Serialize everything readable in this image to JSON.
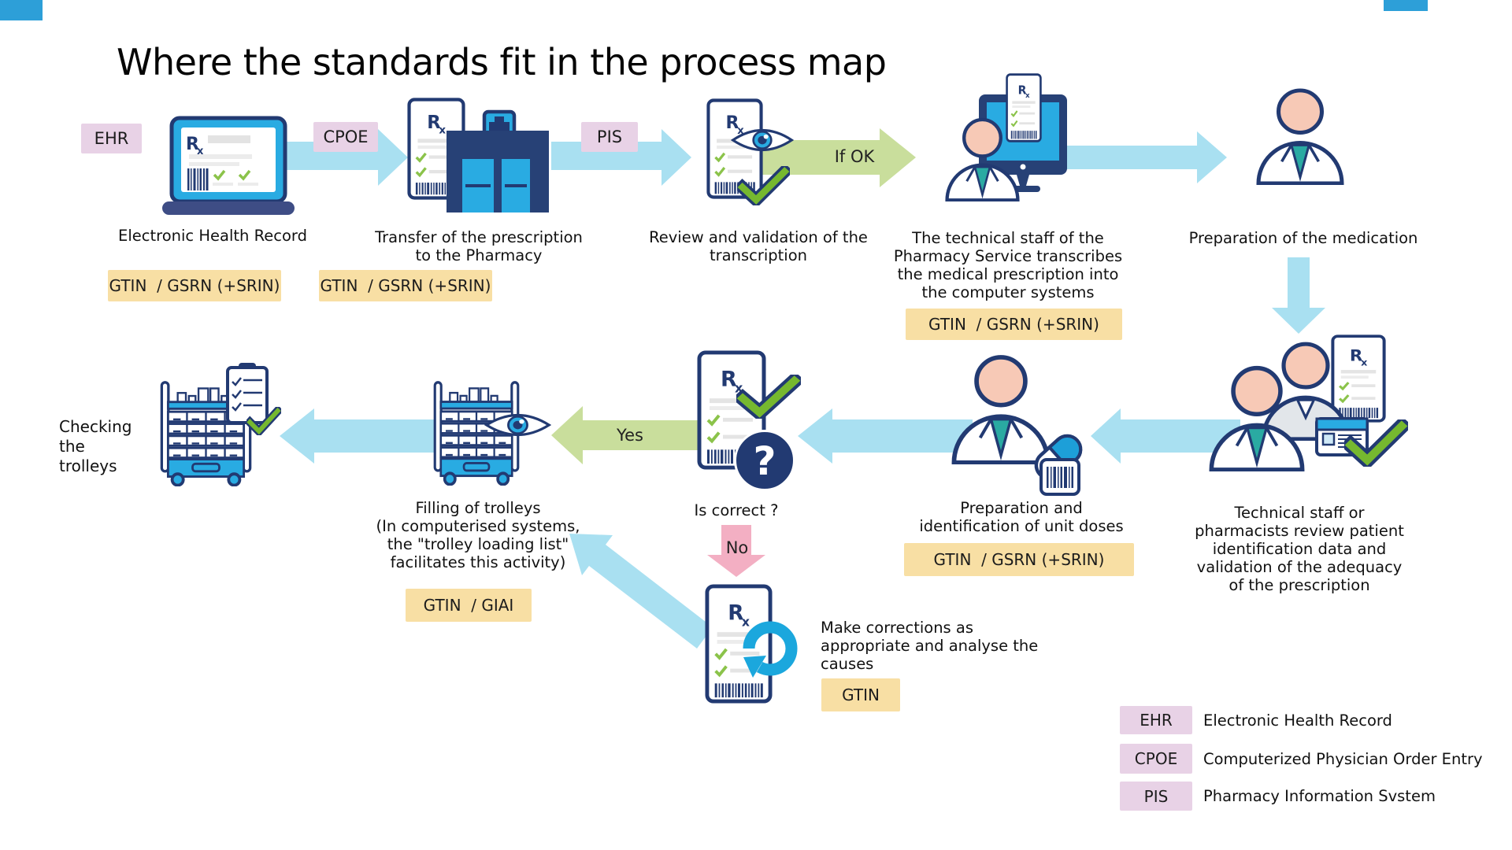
{
  "title": "Where the standards fit in the process map",
  "badges": {
    "ehr": "EHR",
    "cpoe": "CPOE",
    "pis": "PIS"
  },
  "flow": {
    "if_ok": "If OK",
    "yes": "Yes",
    "no": "No"
  },
  "steps": {
    "ehr": {
      "label": "Electronic Health Record",
      "standard": "GTIN  / GSRN (+SRIN)"
    },
    "transfer": {
      "label": "Transfer of the prescription\nto the Pharmacy",
      "standard": "GTIN  / GSRN (+SRIN)"
    },
    "review": {
      "label": "Review and validation of the\ntranscription"
    },
    "transcription": {
      "label": "The technical staff of the\nPharmacy Service transcribes\nthe medical prescription into\nthe computer systems",
      "standard": "GTIN  / GSRN (+SRIN)"
    },
    "preparation_medication": {
      "label": "Preparation of the medication"
    },
    "review_patient": {
      "label": "Technical staff or\npharmacists review patient\nidentification data and\nvalidation of the adequacy\nof the prescription"
    },
    "unit_doses": {
      "label": "Preparation and\nidentification of unit doses",
      "standard": "GTIN  / GSRN (+SRIN)"
    },
    "is_correct": {
      "label": "Is correct ?"
    },
    "filling_trolleys": {
      "label": "Filling of trolleys\n(In computerised systems,\nthe \"trolley loading list\"\nfacilitates this activity)",
      "standard": "GTIN  / GIAI"
    },
    "checking_trolleys": {
      "label": "Checking\nthe\ntrolleys"
    },
    "corrections": {
      "label": "Make corrections as\nappropriate and analyse the\ncauses",
      "standard": "GTIN"
    }
  },
  "legend": [
    {
      "tag": "EHR",
      "label": "Electronic Health Record"
    },
    {
      "tag": "CPOE",
      "label": "Computerized Physician Order Entry"
    },
    {
      "tag": "PIS",
      "label": "Pharmacy Information Svstem"
    }
  ],
  "colors": {
    "arrow_blue": "#a9e0f1",
    "arrow_green": "#c9de9c",
    "arrow_pink": "#f3afc3",
    "badge_pink": "#e8d2e6",
    "badge_yellow": "#f8dfa4",
    "navy": "#223a72",
    "cyan": "#29abe2",
    "green_check": "#76b82f",
    "peach": "#f7c9b6",
    "teal": "#2aaaa2"
  }
}
